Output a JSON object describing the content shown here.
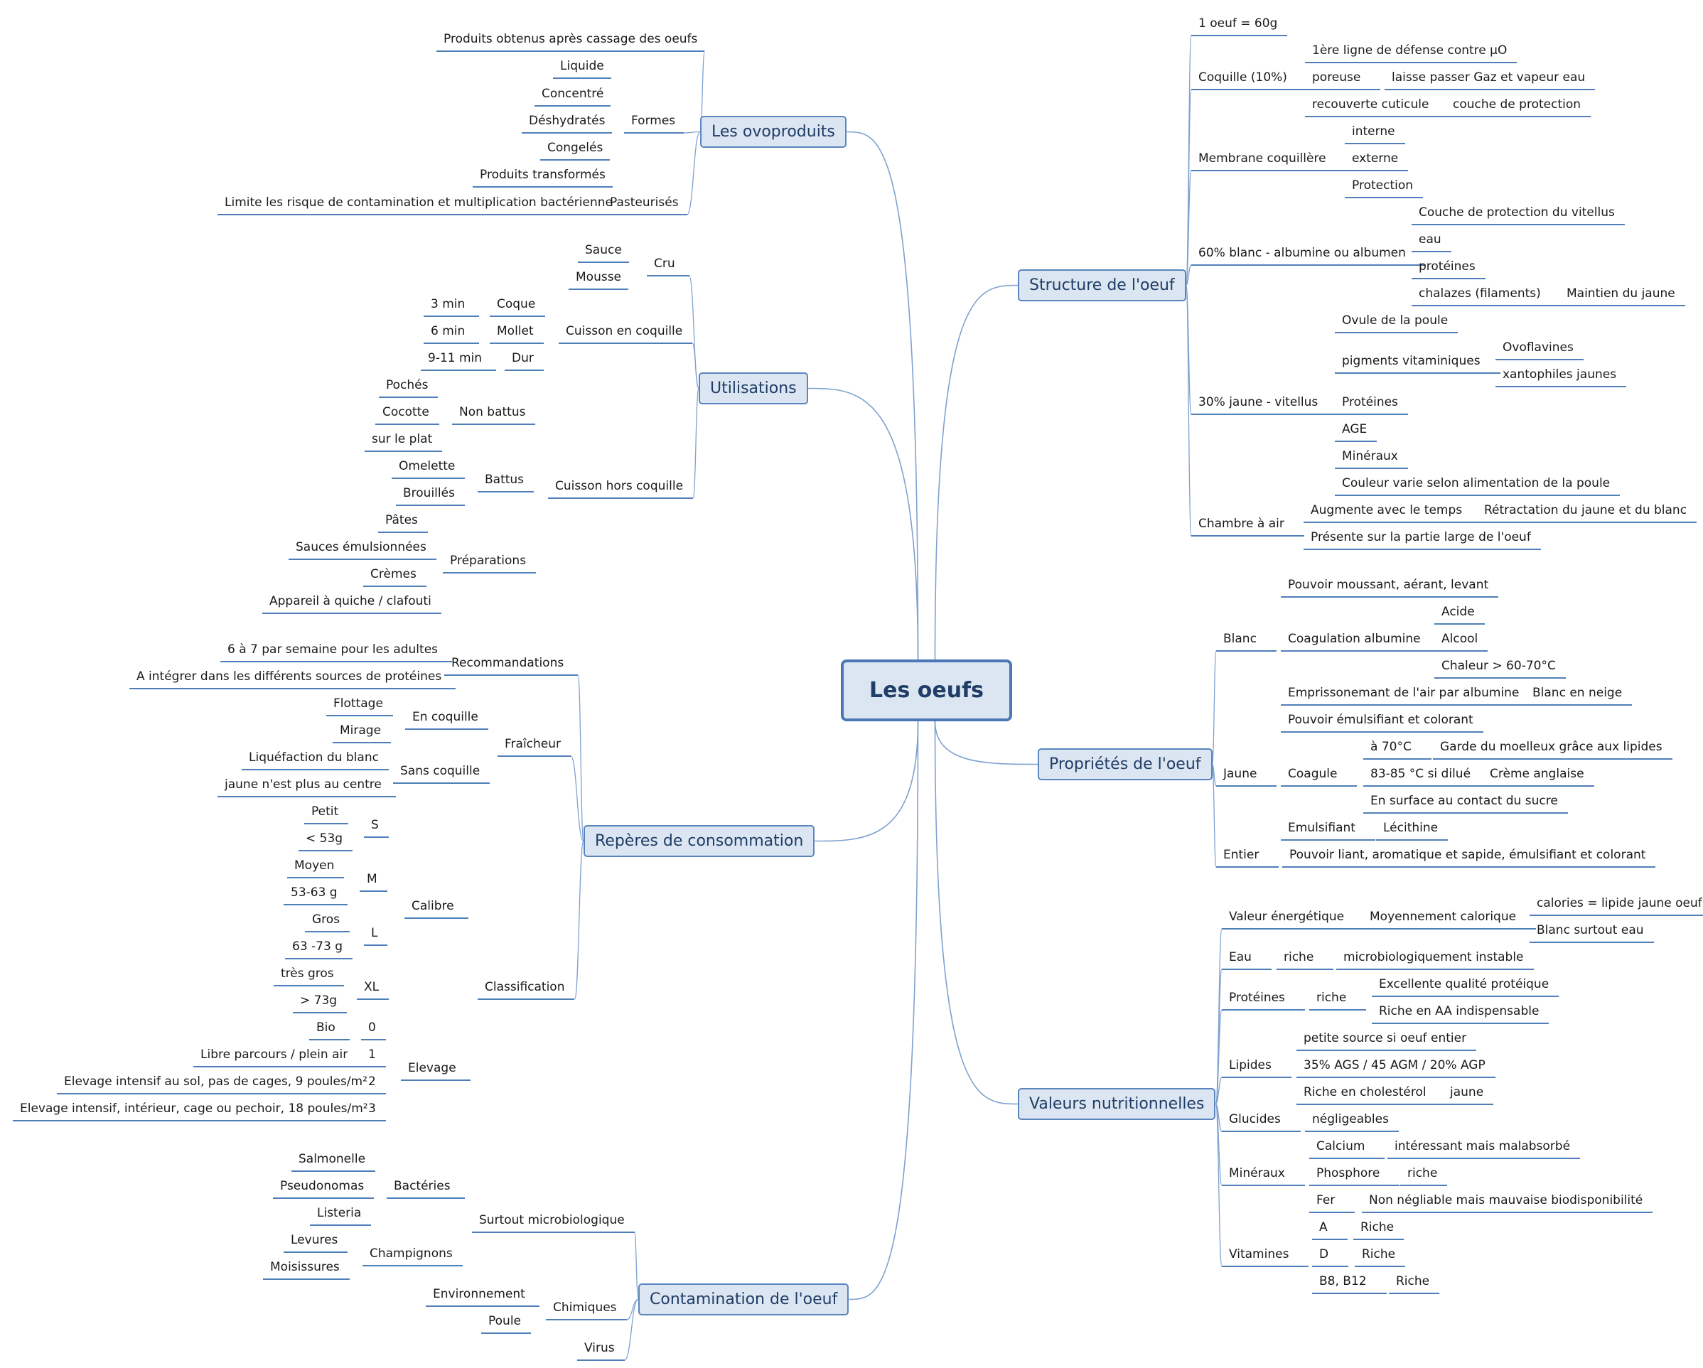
{
  "central": "Les oeufs",
  "branches": {
    "ovoproduits": {
      "label": "Les ovoproduits",
      "items": [
        "Produits obtenus après cassage des oeufs",
        "Liquide",
        "Concentré",
        "Déshydratés",
        "Congelés",
        "Produits transformés",
        "Formes",
        "Limite les risque de contamination et multiplication bactérienne",
        "Pasteurisés"
      ]
    },
    "utilisations": {
      "label": "Utilisations",
      "items": [
        "Sauce",
        "Mousse",
        "Cru",
        "3 min",
        "Coque",
        "6 min",
        "Mollet",
        "9-11 min",
        "Dur",
        "Cuisson en coquille",
        "Pochés",
        "Cocotte",
        "sur le plat",
        "Non battus",
        "Omelette",
        "Brouillés",
        "Battus",
        "Pâtes",
        "Sauces émulsionnées",
        "Crèmes",
        "Appareil à quiche / clafouti",
        "Préparations",
        "Cuisson hors coquille"
      ]
    },
    "reperes": {
      "label": "Repères de consommation",
      "items": [
        "6 à 7 par semaine pour les adultes",
        "A intégrer dans les différents sources de protéines",
        "Recommandations",
        "Flottage",
        "Mirage",
        "En coquille",
        "Liquéfaction du blanc",
        "jaune n'est plus au centre",
        "Sans coquille",
        "Fraîcheur",
        "Petit",
        "< 53g",
        "S",
        "Moyen",
        "53-63 g",
        "M",
        "Gros",
        "63 -73 g",
        "L",
        "très gros",
        "> 73g",
        "XL",
        "Calibre",
        "Bio",
        "0",
        "Libre parcours / plein air",
        "1",
        "Elevage intensif au sol, pas de cages, 9 poules/m²",
        "2",
        "Elevage intensif, intérieur, cage ou pechoir, 18 poules/m²",
        "3",
        "Elevage",
        "Classification"
      ]
    },
    "contamination": {
      "label": "Contamination de l'oeuf",
      "items": [
        "Salmonelle",
        "Pseudonomas",
        "Listeria",
        "Bactéries",
        "Levures",
        "Moisissures",
        "Champignons",
        "Surtout microbiologique",
        "Environnement",
        "Poule",
        "Chimiques",
        "Virus"
      ]
    },
    "structure": {
      "label": "Structure de l'oeuf",
      "items": [
        "1 oeuf = 60g",
        "Coquille (10%)",
        "1ère ligne de défense contre µO",
        "poreuse",
        "laisse passer Gaz et vapeur eau",
        "recouverte cuticule",
        "couche de protection",
        "Membrane coquillère",
        "interne",
        "externe",
        "Protection",
        "60% blanc - albumine ou albumen",
        "Couche de protection du vitellus",
        "eau",
        "protéines",
        "chalazes (filaments)",
        "Maintien du jaune",
        "30% jaune  - vitellus",
        "Ovule de la poule",
        "pigments vitaminiques",
        "Ovoflavines",
        "xantophiles jaunes",
        "Protéines",
        "AGE",
        "Minéraux",
        "Couleur varie selon alimentation de la poule",
        "Chambre à air",
        "Augmente avec le temps",
        "Rétractation du jaune et du blanc",
        "Présente sur la partie large de l'oeuf"
      ]
    },
    "proprietes": {
      "label": "Propriétés de l'oeuf",
      "items": [
        "Blanc",
        "Pouvoir moussant, aérant, levant",
        "Coagulation albumine",
        "Acide",
        "Alcool",
        "Chaleur > 60-70°C",
        "Emprissonemant de l'air par albumine",
        "Blanc en neige",
        "Jaune",
        "Pouvoir émulsifiant et colorant",
        "Coagule",
        "à 70°C",
        "Garde du moelleux grâce aux lipides",
        "83-85 °C si dilué",
        "Crème anglaise",
        "En surface au contact du sucre",
        "Emulsifiant",
        "Lécithine",
        "Entier",
        "Pouvoir liant, aromatique et sapide, émulsifiant et colorant"
      ]
    },
    "valeurs": {
      "label": "Valeurs nutritionnelles",
      "items": [
        "Valeur énergétique",
        "Moyennement calorique",
        "calories = lipide jaune oeuf",
        "Blanc surtout eau",
        "Eau",
        "riche",
        "microbiologiquement instable",
        "Protéines",
        "riche",
        "Excellente qualité protéique",
        "Riche en AA indispensable",
        "Lipides",
        "petite source si oeuf entier",
        "35% AGS / 45 AGM / 20% AGP",
        "Riche en cholestérol",
        "jaune",
        "Glucides",
        "négligeables",
        "Minéraux",
        "Calcium",
        "intéressant mais malabsorbé",
        "Phosphore",
        "riche",
        "Fer",
        "Non négliable mais mauvaise biodisponibilité",
        "Vitamines",
        "A",
        "Riche",
        "D",
        "Riche",
        "B8, B12",
        "Riche"
      ]
    }
  }
}
